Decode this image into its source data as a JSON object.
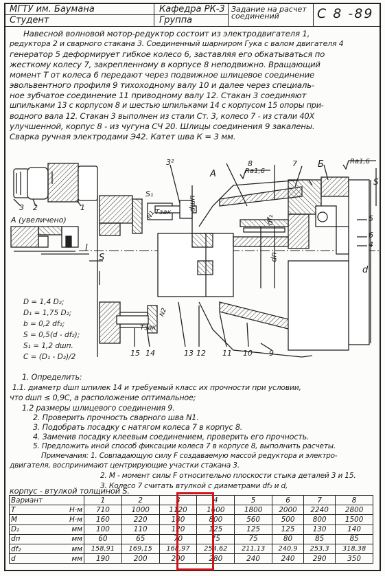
{
  "title_block": {
    "institution": "МГТУ им. Баумана",
    "department": "Кафедра РК-3",
    "assignment": "Задание на расчет соединений",
    "code": "С 8 -89",
    "student": "Студент",
    "group": "Группа"
  },
  "description": [
    "Навесной волновой мотор-редуктор состоит из электродвигателя 1,",
    "редуктора 2 и сварного стакана 3. Соединенный шарниром Гука с валом двигателя 4",
    "генератор 5 деформирует гибкое колесо 6, заставляя его обкатываться по",
    "жесткому колесу 7, закрепленному в корпусе 8 неподвижно. Вращающий",
    "момент Т от колеса 6 передают через подвижное шлицевое соединение",
    "эвольвентного профиля 9 тихоходному валу 10 и далее через специаль-",
    "ное зубчатое соединение 11 приводному валу 12. Стакан 3 соединяют",
    "шпильками 13 с корпусом 8 и шестью шпильками 14 с корпусом 15 опоры при-",
    "водного вала 12. Стакан 3 выполнен из стали Ст. 3, колесо 7 - из стали 40Х",
    "улучшенной, корпус 8 - из чугуна СЧ 20. Шлицы соединения 9 закалены.",
    "Сварка ручная электродами Э42. Катет шва К = 3 мм."
  ],
  "figure": {
    "detail_caption": "А (увеличено)",
    "label_a": "А",
    "label_b": "Б",
    "label_s": "S",
    "label_s1": "S₁",
    "label_l": "l",
    "label_dsh": "dшп",
    "label_df2": "df₂",
    "label_dn": "dп",
    "label_d": "d",
    "label_tzak": "Тзак",
    "label_ra16": "Ra1,6",
    "label_ra16_b": "Ra1,6",
    "label_b_surface": "Б",
    "label_a_tick": "A",
    "label_n": "N",
    "label_n1": "N1",
    "label_n2": "N2",
    "label_fine": "(",
    "callouts_top": [
      "3",
      "1",
      "2",
      "3²",
      "8",
      "7",
      "Б"
    ],
    "callouts_motor": [
      "3",
      "2",
      "1"
    ],
    "callouts_bottom": [
      "15",
      "14",
      "13",
      "12",
      "11",
      "10",
      "9"
    ],
    "callouts_right": [
      "5",
      "6",
      "4"
    ],
    "formulas": [
      "D = 1,4 D₂;",
      "D₁ = 1,75 D₂;",
      "b = 0,2 df₂;",
      "S = 0,5(d - df₂);",
      "S₁ = 1,2 dшп.",
      "C = (D₁ - D₂)/2"
    ]
  },
  "tasks": [
    "1. Определить:",
    "1.1. диаметр dшп шпилек 14 и требуемый класс их прочности при условии,",
    "что dшп ≤ 0,9С, а расположение оптимальное;",
    "1.2 размеры шлицевого соединения 9.",
    "2. Проверить прочность сварного шва N1.",
    "3. Подобрать посадку с натягом колеса 7 в корпус 8.",
    "4. Заменив посадку клеевым соединением, проверить его прочность.",
    "5. Предложить иной способ фиксации колеса 7 в корпусе 8, выполнить расчеты."
  ],
  "notes": [
    "Примечания: 1. Совпадающую силу F создаваемую массой редуктора и электро-",
    "двигателя, воспринимают центрирующие участки стакана 3.",
    "2. М - момент силы F относительно плоскости стыка деталей 3 и 15.",
    "3. Колесо 7 считать втулкой с диаметрами df₂ и d,",
    "корпус - втулкой толщиной S."
  ],
  "table": {
    "header": {
      "label": "Вариант",
      "variants": [
        "1",
        "2",
        "3",
        "4",
        "5",
        "6",
        "7",
        "8"
      ]
    },
    "rows": [
      {
        "param": "T",
        "unit": "Н·м",
        "values": [
          "710",
          "1000",
          "1120",
          "1600",
          "1800",
          "2000",
          "2240",
          "2800"
        ]
      },
      {
        "param": "M",
        "unit": "Н·м",
        "values": [
          "160",
          "220",
          "180",
          "800",
          "560",
          "500",
          "800",
          "1500"
        ]
      },
      {
        "param": "D₂",
        "unit": "мм",
        "values": [
          "100",
          "110",
          "120",
          "125",
          "125",
          "125",
          "130",
          "140"
        ]
      },
      {
        "param": "dп",
        "unit": "мм",
        "values": [
          "60",
          "65",
          "70",
          "75",
          "75",
          "80",
          "85",
          "85"
        ]
      },
      {
        "param": "df₂",
        "unit": "мм",
        "values": [
          "158,91",
          "169,15",
          "168,97",
          "254,62",
          "211,13",
          "240,9",
          "253,3",
          "318,38"
        ]
      },
      {
        "param": "d",
        "unit": "мм",
        "values": [
          "190",
          "200",
          "200",
          "280",
          "240",
          "240",
          "290",
          "350"
        ]
      }
    ],
    "highlight_color": "#d0121b"
  }
}
